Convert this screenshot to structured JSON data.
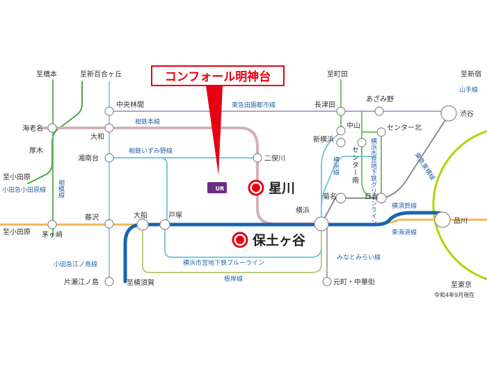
{
  "colors": {
    "yamanote": "#b5d100",
    "denentoshi": "#b3a3d1",
    "sotetsu": "#d2b2b8",
    "izumino": "#7ec9d9",
    "odakyu_odawara": "#4da347",
    "odakyu_enoshima": "#9ecae1",
    "sagami": "#63b55d",
    "tokaido": "#f3b657",
    "yokosuka": "#1a64b0",
    "blueline": "#7ec9d9",
    "negishi": "#b9cc7d",
    "keihin": "#7ec9d9",
    "green": "#76c26c",
    "toyoko": "#8c8c8c",
    "minatomirai": "#a8a8a8",
    "toyoko_link": "#6ab4a9",
    "accent_red": "#e60012",
    "label_blue": "#2a64a8",
    "label_green": "#3b8a3b",
    "ur_logo": "#6e2b84"
  },
  "icons": {
    "ur_logo": "ur-logo-icon",
    "property_marker": "red-circle-marker-icon"
  },
  "property": {
    "name": "コンフォール明神台",
    "logo_text": "UR"
  },
  "highlights": {
    "hoshikawa": "星川",
    "hodogaya": "保土ヶ谷"
  },
  "directions": {
    "hashimoto": "至橋本",
    "shinyurigaoka": "至新百合ヶ丘",
    "machida": "至町田",
    "shinjuku": "至新宿",
    "odawara_upper": "至小田原",
    "odawara_lower": "至小田原",
    "yokosuka": "至横須賀",
    "tokyo": "至東京"
  },
  "stations": {
    "ebina": "海老名",
    "atsugi": "厚木",
    "chigasaki": "茅ヶ崎",
    "chuorinkan": "中央林間",
    "yamato": "大和",
    "shonandai": "湘南台",
    "fujisawa": "藤沢",
    "katase": "片瀬江ノ島",
    "ofuna": "大船",
    "totsuka": "戸塚",
    "futamatagawa": "二俣川",
    "nagatsuta": "長津田",
    "azamino": "あざみ野",
    "nakayama": "中山",
    "centerkita": "センター北",
    "centerminami": "センター南",
    "shinyokohama": "新横浜",
    "kikuna": "菊名",
    "hiyoshi": "日吉",
    "yokohama": "横浜",
    "shibuya": "渋谷",
    "shinagawa": "品川",
    "motomachi": "元町・中華街"
  },
  "lines": {
    "yamanote": "山手線",
    "denentoshi": "東急田園都市線",
    "sotetsu": "相鉄本線",
    "izumino": "相鉄いずみ野線",
    "odakyu_odawara": "小田急小田原線",
    "sagami": "相模線",
    "odakyu_enoshima": "小田急江ノ島線",
    "yokohama_line": "横浜線",
    "green": "横浜市営地下鉄グリーンライン",
    "toyoko": "東急東横線",
    "yokosuka": "横須賀線",
    "tokaido": "東海道線",
    "minatomirai": "みなとみらい線",
    "blueline": "横浜市営地下鉄ブルーライン",
    "negishi": "根岸線"
  },
  "note": "令和4年9月現在"
}
